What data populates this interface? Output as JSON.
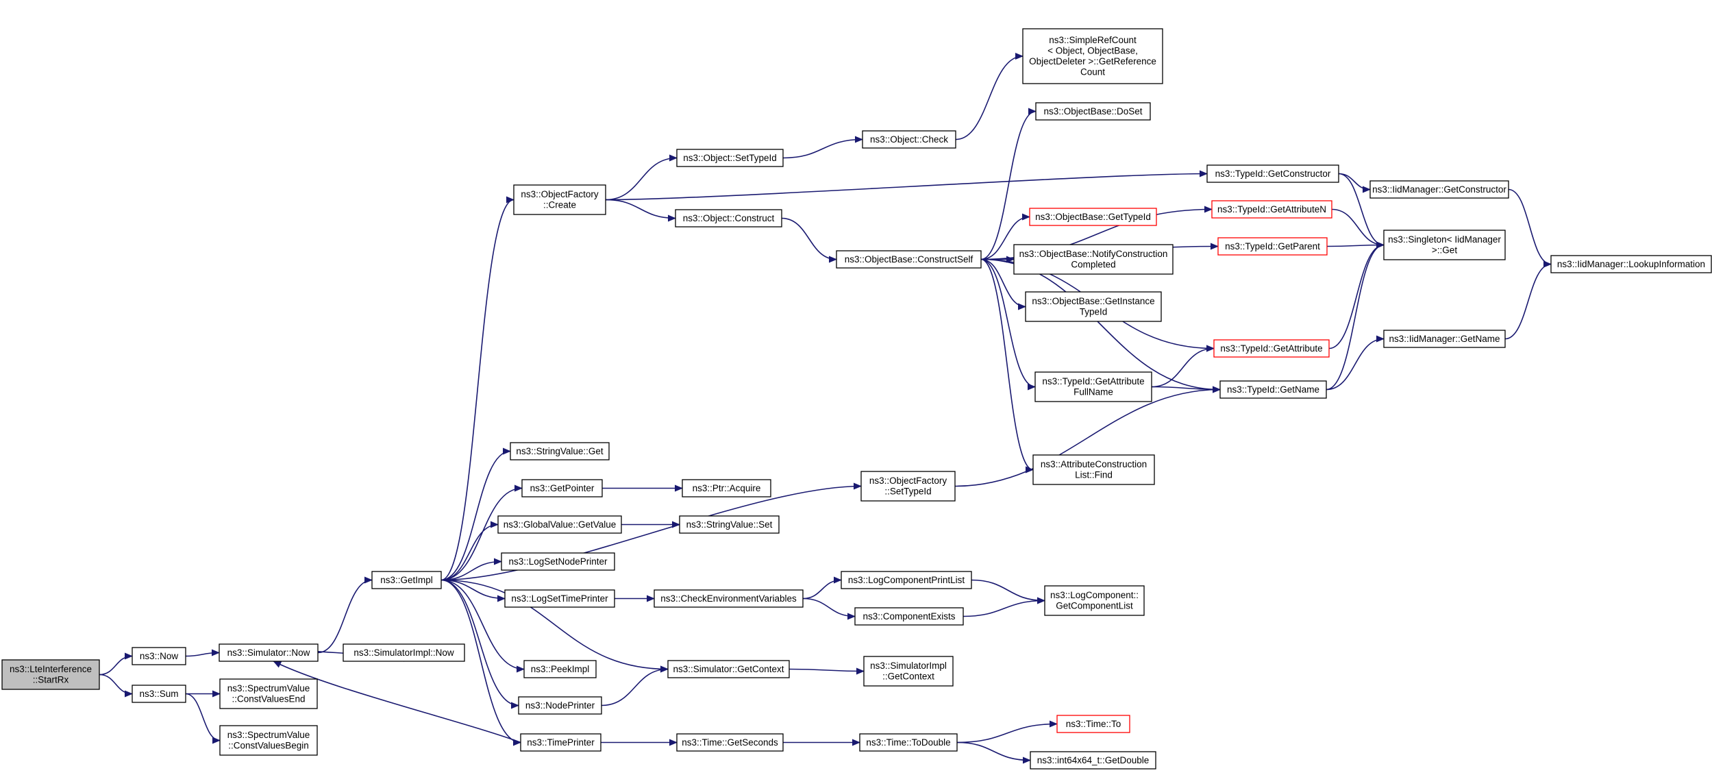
{
  "graph": {
    "edge_color": "#191970",
    "node_border": "#000000",
    "highlight_border": "#ff0000",
    "root_fill": "#bfbfbf",
    "nodes": [
      {
        "id": "startrx",
        "lines": [
          "ns3::LteInterference",
          "::StartRx"
        ],
        "style": "root"
      },
      {
        "id": "now",
        "lines": [
          "ns3::Now"
        ],
        "style": "normal"
      },
      {
        "id": "sum",
        "lines": [
          "ns3::Sum"
        ],
        "style": "normal"
      },
      {
        "id": "simnow",
        "lines": [
          "ns3::Simulator::Now"
        ],
        "style": "normal"
      },
      {
        "id": "simimplnow",
        "lines": [
          "ns3::SimulatorImpl::Now"
        ],
        "style": "normal"
      },
      {
        "id": "cvend",
        "lines": [
          "ns3::SpectrumValue",
          "::ConstValuesEnd"
        ],
        "style": "normal"
      },
      {
        "id": "cvbegin",
        "lines": [
          "ns3::SpectrumValue",
          "::ConstValuesBegin"
        ],
        "style": "normal"
      },
      {
        "id": "getimpl",
        "lines": [
          "ns3::GetImpl"
        ],
        "style": "normal"
      },
      {
        "id": "ofcreate",
        "lines": [
          "ns3::ObjectFactory",
          "::Create"
        ],
        "style": "normal"
      },
      {
        "id": "strget",
        "lines": [
          "ns3::StringValue::Get"
        ],
        "style": "normal"
      },
      {
        "id": "getpointer",
        "lines": [
          "ns3::GetPointer"
        ],
        "style": "normal"
      },
      {
        "id": "gvgetvalue",
        "lines": [
          "ns3::GlobalValue::GetValue"
        ],
        "style": "normal"
      },
      {
        "id": "lognodeprinter",
        "lines": [
          "ns3::LogSetNodePrinter"
        ],
        "style": "normal"
      },
      {
        "id": "logtimeprinter",
        "lines": [
          "ns3::LogSetTimePrinter"
        ],
        "style": "normal"
      },
      {
        "id": "peekimpl",
        "lines": [
          "ns3::PeekImpl"
        ],
        "style": "normal"
      },
      {
        "id": "nodeprinter",
        "lines": [
          "ns3::NodePrinter"
        ],
        "style": "normal"
      },
      {
        "id": "timeprinter",
        "lines": [
          "ns3::TimePrinter"
        ],
        "style": "normal"
      },
      {
        "id": "objsettypeid",
        "lines": [
          "ns3::Object::SetTypeId"
        ],
        "style": "normal"
      },
      {
        "id": "objconstruct",
        "lines": [
          "ns3::Object::Construct"
        ],
        "style": "normal"
      },
      {
        "id": "ptracquire",
        "lines": [
          "ns3::Ptr::Acquire"
        ],
        "style": "normal"
      },
      {
        "id": "strset",
        "lines": [
          "ns3::StringValue::Set"
        ],
        "style": "normal"
      },
      {
        "id": "checkenv",
        "lines": [
          "ns3::CheckEnvironmentVariables"
        ],
        "style": "normal"
      },
      {
        "id": "simgetcontext",
        "lines": [
          "ns3::Simulator::GetContext"
        ],
        "style": "normal"
      },
      {
        "id": "timegetseconds",
        "lines": [
          "ns3::Time::GetSeconds"
        ],
        "style": "normal"
      },
      {
        "id": "objcheck",
        "lines": [
          "ns3::Object::Check"
        ],
        "style": "normal"
      },
      {
        "id": "obconstructself",
        "lines": [
          "ns3::ObjectBase::ConstructSelf"
        ],
        "style": "normal"
      },
      {
        "id": "ofsettypeid",
        "lines": [
          "ns3::ObjectFactory",
          "::SetTypeId"
        ],
        "style": "normal"
      },
      {
        "id": "logprintlist",
        "lines": [
          "ns3::LogComponentPrintList"
        ],
        "style": "normal"
      },
      {
        "id": "compexists",
        "lines": [
          "ns3::ComponentExists"
        ],
        "style": "normal"
      },
      {
        "id": "simimplgetcontext",
        "lines": [
          "ns3::SimulatorImpl",
          "::GetContext"
        ],
        "style": "normal"
      },
      {
        "id": "timetodouble",
        "lines": [
          "ns3::Time::ToDouble"
        ],
        "style": "normal"
      },
      {
        "id": "refcount",
        "lines": [
          "ns3::SimpleRefCount",
          "< Object, ObjectBase,",
          "ObjectDeleter >::GetReference",
          "Count"
        ],
        "style": "normal"
      },
      {
        "id": "obdoset",
        "lines": [
          "ns3::ObjectBase::DoSet"
        ],
        "style": "normal"
      },
      {
        "id": "obgettypeid",
        "lines": [
          "ns3::ObjectBase::GetTypeId"
        ],
        "style": "red"
      },
      {
        "id": "obnotify",
        "lines": [
          "ns3::ObjectBase::NotifyConstruction",
          "Completed"
        ],
        "style": "normal"
      },
      {
        "id": "obgetinstance",
        "lines": [
          "ns3::ObjectBase::GetInstance",
          "TypeId"
        ],
        "style": "normal"
      },
      {
        "id": "tidgetattrfull",
        "lines": [
          "ns3::TypeId::GetAttribute",
          "FullName"
        ],
        "style": "normal"
      },
      {
        "id": "acfind",
        "lines": [
          "ns3::AttributeConstruction",
          "List::Find"
        ],
        "style": "normal"
      },
      {
        "id": "loggetlist",
        "lines": [
          "ns3::LogComponent::",
          "GetComponentList"
        ],
        "style": "normal"
      },
      {
        "id": "timeto",
        "lines": [
          "ns3::Time::To"
        ],
        "style": "red"
      },
      {
        "id": "getdouble",
        "lines": [
          "ns3::int64x64_t::GetDouble"
        ],
        "style": "normal"
      },
      {
        "id": "tidgetconstructor",
        "lines": [
          "ns3::TypeId::GetConstructor"
        ],
        "style": "normal"
      },
      {
        "id": "tidgetattrn",
        "lines": [
          "ns3::TypeId::GetAttributeN"
        ],
        "style": "red"
      },
      {
        "id": "tidgetparent",
        "lines": [
          "ns3::TypeId::GetParent"
        ],
        "style": "red"
      },
      {
        "id": "tidgetattr",
        "lines": [
          "ns3::TypeId::GetAttribute"
        ],
        "style": "red"
      },
      {
        "id": "tidgetname",
        "lines": [
          "ns3::TypeId::GetName"
        ],
        "style": "normal"
      },
      {
        "id": "iidgetconstructor",
        "lines": [
          "ns3::IidManager::GetConstructor"
        ],
        "style": "normal"
      },
      {
        "id": "singletonget",
        "lines": [
          "ns3::Singleton< IidManager",
          ">::Get"
        ],
        "style": "normal"
      },
      {
        "id": "iidgetname",
        "lines": [
          "ns3::IidManager::GetName"
        ],
        "style": "normal"
      },
      {
        "id": "iidlookup",
        "lines": [
          "ns3::IidManager::LookupInformation"
        ],
        "style": "normal"
      }
    ],
    "edges": [
      [
        "startrx",
        "now"
      ],
      [
        "startrx",
        "sum"
      ],
      [
        "now",
        "simnow"
      ],
      [
        "sum",
        "cvend"
      ],
      [
        "sum",
        "cvbegin"
      ],
      [
        "simnow",
        "getimpl"
      ],
      [
        "simnow",
        "simimplnow"
      ],
      [
        "getimpl",
        "ofcreate"
      ],
      [
        "getimpl",
        "strget"
      ],
      [
        "getimpl",
        "getpointer"
      ],
      [
        "getimpl",
        "gvgetvalue"
      ],
      [
        "getimpl",
        "lognodeprinter"
      ],
      [
        "getimpl",
        "logtimeprinter"
      ],
      [
        "getimpl",
        "peekimpl"
      ],
      [
        "getimpl",
        "nodeprinter"
      ],
      [
        "getimpl",
        "timeprinter"
      ],
      [
        "getimpl",
        "simgetcontext"
      ],
      [
        "getimpl",
        "ofsettypeid"
      ],
      [
        "ofcreate",
        "objsettypeid"
      ],
      [
        "ofcreate",
        "objconstruct"
      ],
      [
        "ofcreate",
        "tidgetconstructor"
      ],
      [
        "objsettypeid",
        "objcheck"
      ],
      [
        "objcheck",
        "refcount"
      ],
      [
        "objconstruct",
        "obconstructself"
      ],
      [
        "getpointer",
        "ptracquire"
      ],
      [
        "gvgetvalue",
        "strset"
      ],
      [
        "logtimeprinter",
        "checkenv"
      ],
      [
        "checkenv",
        "logprintlist"
      ],
      [
        "checkenv",
        "compexists"
      ],
      [
        "logprintlist",
        "loggetlist"
      ],
      [
        "compexists",
        "loggetlist"
      ],
      [
        "nodeprinter",
        "simgetcontext"
      ],
      [
        "simgetcontext",
        "simimplgetcontext"
      ],
      [
        "timeprinter",
        "simnow"
      ],
      [
        "timeprinter",
        "timegetseconds"
      ],
      [
        "timegetseconds",
        "timetodouble"
      ],
      [
        "timetodouble",
        "timeto"
      ],
      [
        "timetodouble",
        "getdouble"
      ],
      [
        "obconstructself",
        "obdoset"
      ],
      [
        "obconstructself",
        "obgettypeid"
      ],
      [
        "obconstructself",
        "obnotify"
      ],
      [
        "obconstructself",
        "obgetinstance"
      ],
      [
        "obconstructself",
        "tidgetattrfull"
      ],
      [
        "obconstructself",
        "acfind"
      ],
      [
        "obconstructself",
        "tidgetattrn"
      ],
      [
        "obconstructself",
        "tidgetparent"
      ],
      [
        "obconstructself",
        "tidgetattr"
      ],
      [
        "obconstructself",
        "tidgetname"
      ],
      [
        "tidgetattrfull",
        "tidgetattr"
      ],
      [
        "tidgetattrfull",
        "tidgetname"
      ],
      [
        "ofsettypeid",
        "tidgetname"
      ],
      [
        "tidgetconstructor",
        "iidgetconstructor"
      ],
      [
        "tidgetconstructor",
        "singletonget"
      ],
      [
        "tidgetattrn",
        "singletonget"
      ],
      [
        "tidgetparent",
        "singletonget"
      ],
      [
        "tidgetattr",
        "singletonget"
      ],
      [
        "tidgetname",
        "singletonget"
      ],
      [
        "tidgetname",
        "iidgetname"
      ],
      [
        "iidgetconstructor",
        "iidlookup"
      ],
      [
        "iidgetname",
        "iidlookup"
      ]
    ]
  }
}
